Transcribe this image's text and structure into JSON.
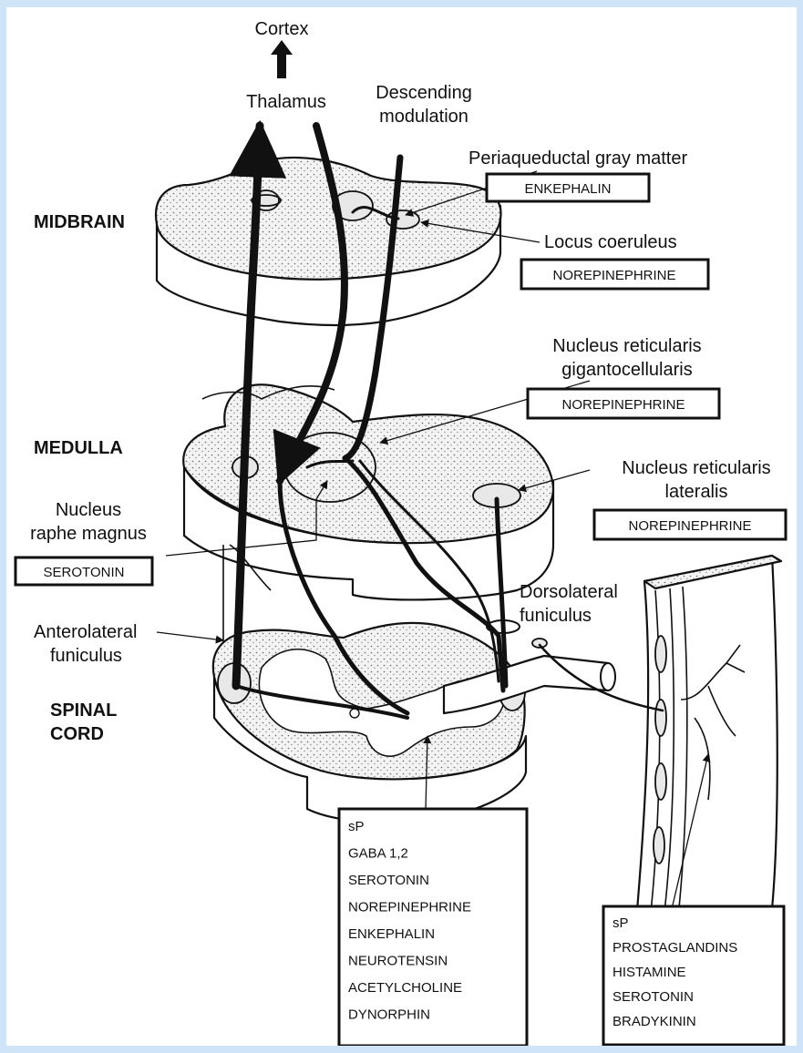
{
  "colors": {
    "background": "#cfe5f7",
    "panel": "#ffffff",
    "ink": "#111111",
    "stipple": "#e8e8e8"
  },
  "top": {
    "cortex": "Cortex",
    "thalamus": "Thalamus",
    "descending_line1": "Descending",
    "descending_line2": "modulation"
  },
  "sections": {
    "midbrain": "MIDBRAIN",
    "medulla": "MEDULLA",
    "spinal_line1": "SPINAL",
    "spinal_line2": "CORD"
  },
  "labels": {
    "pag": "Periaqueductal gray matter",
    "pag_box": "ENKEPHALIN",
    "locus": "Locus coeruleus",
    "locus_box": "NOREPINEPHRINE",
    "nrg_line1": "Nucleus reticularis",
    "nrg_line2": "gigantocellularis",
    "nrg_box": "NOREPINEPHRINE",
    "nrl_line1": "Nucleus reticularis",
    "nrl_line2": "lateralis",
    "nrl_box": "NOREPINEPHRINE",
    "raphe_line1": "Nucleus",
    "raphe_line2": "raphe magnus",
    "raphe_box": "SEROTONIN",
    "dorso_line1": "Dorsolateral",
    "dorso_line2": "funiculus",
    "antero_line1": "Anterolateral",
    "antero_line2": "funiculus"
  },
  "spinal_list": [
    "sP",
    "GABA 1,2",
    "SEROTONIN",
    "NOREPINEPHRINE",
    "ENKEPHALIN",
    "NEUROTENSIN",
    "ACETYLCHOLINE",
    "DYNORPHIN"
  ],
  "peripheral_list": [
    "sP",
    "PROSTAGLANDINS",
    "HISTAMINE",
    "SEROTONIN",
    "BRADYKININ"
  ]
}
